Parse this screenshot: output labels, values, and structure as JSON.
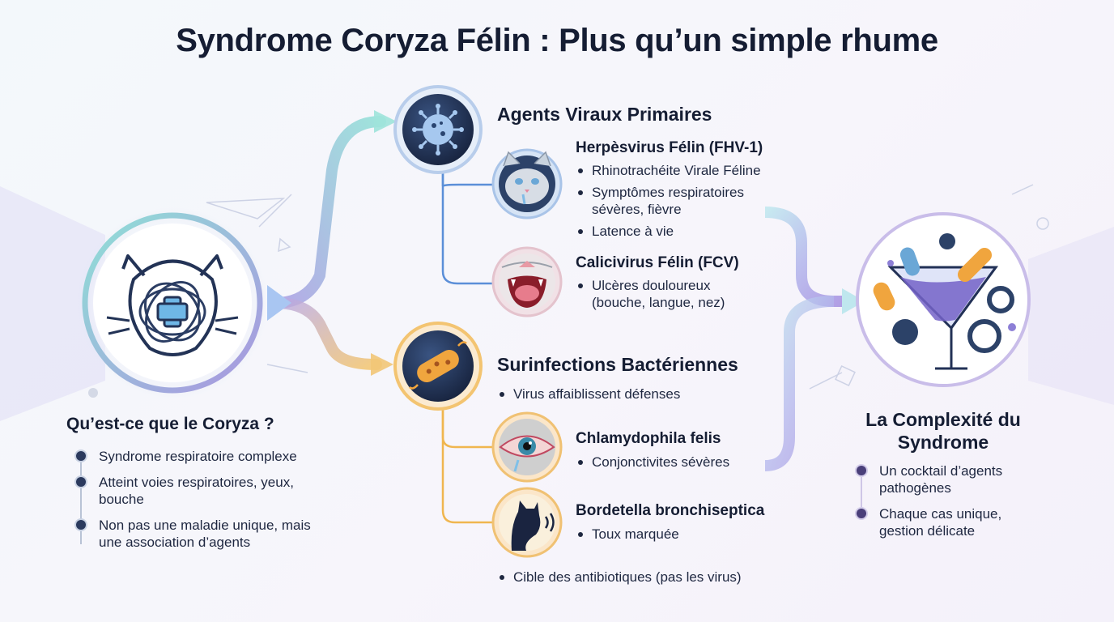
{
  "title": "Syndrome Coryza Félin : Plus qu’un simple rhume",
  "colors": {
    "teal": "#7fd3cf",
    "violet": "#8d7fd6",
    "orange": "#f0b64f",
    "navy": "#243456",
    "text": "#151d33"
  },
  "left": {
    "icon": "cat-head-with-medical-cross-icon",
    "heading": "Qu’est-ce que le Coryza ?",
    "items": [
      "Syndrome respiratoire complexe",
      "Atteint voies respiratoires, yeux, bouche",
      "Non pas une maladie unique, mais une association d’agents"
    ]
  },
  "viral": {
    "icon": "virus-icon",
    "heading": "Agents Viraux Primaires",
    "herpes": {
      "icon": "sick-cat-face-icon",
      "title": "Herpèsvirus Félin (FHV-1)",
      "items": [
        "Rhinotrachéite Virale Féline",
        "Symptômes respiratoires sévères, fièvre",
        "Latence à vie"
      ]
    },
    "calici": {
      "icon": "cat-mouth-ulcers-icon",
      "title": "Calicivirus Félin (FCV)",
      "items": [
        "Ulcères douloureux (bouche, langue, nez)"
      ]
    }
  },
  "bacterial": {
    "icon": "bacteria-icon",
    "heading": "Surinfections Bactériennes",
    "intro": "Virus affaiblissent défenses",
    "chlamydophila": {
      "icon": "infected-eye-icon",
      "title": "Chlamydophila felis",
      "items": [
        "Conjonctivites sévères"
      ]
    },
    "bordetella": {
      "icon": "coughing-cat-icon",
      "title": "Bordetella bronchiseptica",
      "items": [
        "Toux marquée"
      ]
    },
    "footer": "Cible des antibiotiques (pas les virus)"
  },
  "right": {
    "icon": "pathogen-cocktail-glass-icon",
    "heading": "La Complexité du Syndrome",
    "items": [
      "Un cocktail d’agents pathogènes",
      "Chaque cas unique, gestion délicate"
    ]
  }
}
